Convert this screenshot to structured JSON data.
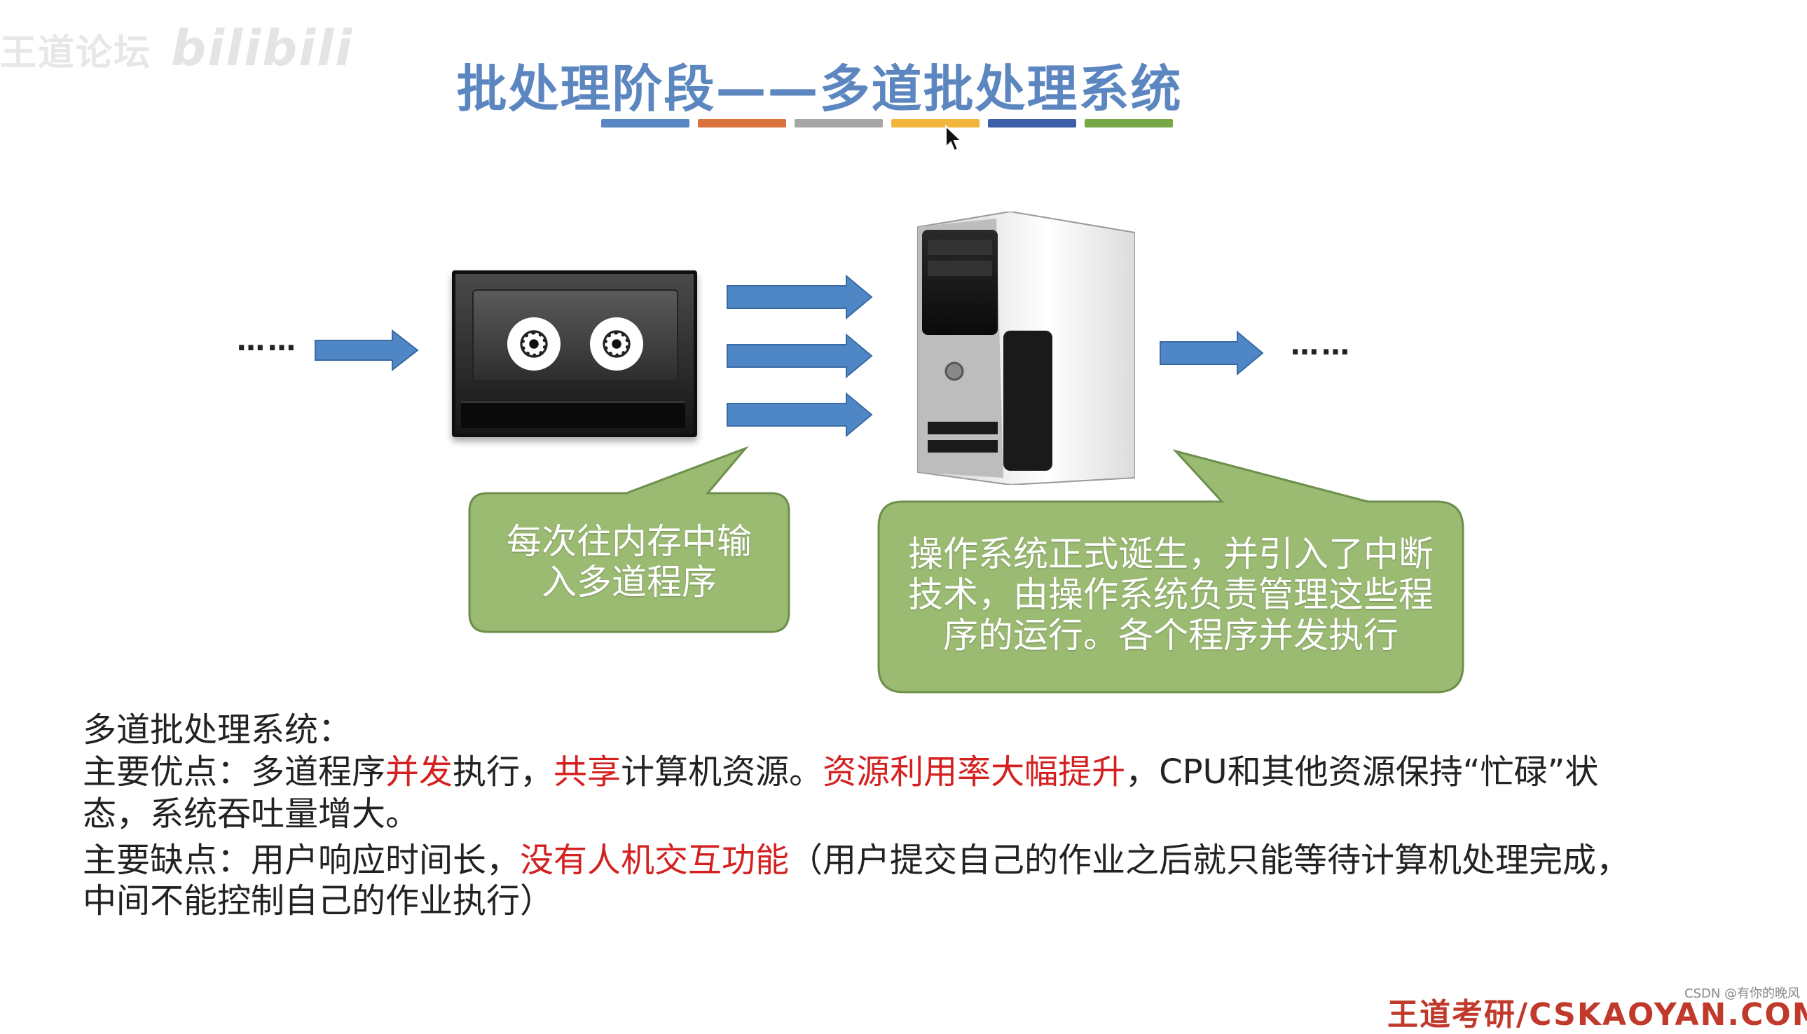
{
  "watermark": {
    "text": "王道论坛",
    "logo": "bilibili"
  },
  "title": "批处理阶段——多道批处理系统",
  "color_bar": [
    "#5a86c4",
    "#d9723b",
    "#a6a6a6",
    "#f1b53c",
    "#3d5fa8",
    "#78a845"
  ],
  "diagram": {
    "left_dots": "……",
    "right_dots": "……",
    "arrow_color": "#4f86c6",
    "bubble_color": "#9bbb73",
    "bubble_left": [
      "每次往内存中输",
      "入多道程序"
    ],
    "bubble_right": [
      "操作系统正式诞生，并引入了中断",
      "技术，由操作系统负责管理这些程",
      "序的运行。各个程序并发执行"
    ]
  },
  "text": {
    "heading": "多道批处理系统：",
    "pros": {
      "p1": "主要优点：多道程序",
      "p2": "并发",
      "p3": "执行，",
      "p4": "共享",
      "p5": "计算机资源。",
      "p6": "资源利用率大幅提升",
      "p7": "，CPU和其他资源保持“忙碌”状",
      "line2": "态，系统吞吐量增大。"
    },
    "cons": {
      "c1": "主要缺点：用户响应时间长，",
      "c2": "没有人机交互功能",
      "c3": "（用户提交自己的作业之后就只能等待计算机处理完成，",
      "line2": "中间不能控制自己的作业执行）"
    }
  },
  "footer": {
    "brand": "王道考研/CSKAOYAN.COM",
    "csdn": "CSDN @有你的晚风"
  }
}
